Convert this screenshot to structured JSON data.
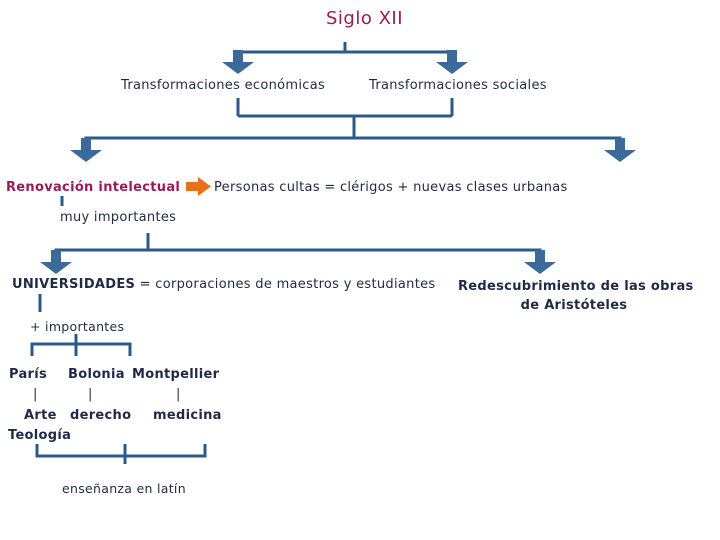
{
  "title": "Siglo XII",
  "level1": {
    "economicas": "Transformaciones económicas",
    "sociales": "Transformaciones sociales"
  },
  "level2": {
    "renovacion": "Renovación intelectual",
    "personas": "Personas cultas = clérigos + nuevas clases urbanas",
    "muy_importantes": "muy importantes"
  },
  "level3": {
    "universidades_bold": "UNIVERSIDADES",
    "universidades_rest": " = corporaciones de maestros y estudiantes",
    "redescubrimiento_line1": "Redescubrimiento de las obras",
    "redescubrimiento_line2": "de Aristóteles"
  },
  "level4": {
    "mas_importantes": "+ importantes",
    "cities": [
      "París",
      "Bolonia",
      "Montpellier"
    ],
    "pipe": "|",
    "arte": "Arte",
    "derecho": "derecho",
    "medicina": "medicina",
    "teologia": "Teología",
    "latin": "enseñanza en latín"
  },
  "colors": {
    "title": "#9b1b5a",
    "connector": "#2b5a8a",
    "arrow_orange": "#e8701a",
    "text": "#1f2a44"
  },
  "icons": [
    "down-arrow-icon",
    "right-arrow-icon"
  ]
}
